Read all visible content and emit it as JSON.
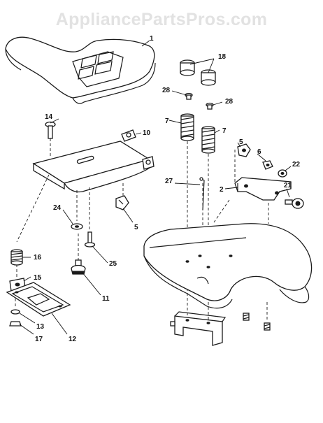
{
  "watermark": "AppliancePartsPros.com",
  "labels": {
    "seat": "1",
    "hinge_bracket_2": "2",
    "seat_pan_bolt_5a": "5",
    "nut_5b": "5",
    "washer_6": "6",
    "spring_7a": "7",
    "spring_7b": "7",
    "seat_pan": "10",
    "knob_11": "11",
    "slide_plate_12": "12",
    "washer_13": "13",
    "bolt_14": "14",
    "bracket_15": "15",
    "spring_16": "16",
    "nut_17": "17",
    "bumper_18": "18",
    "knob_21": "21",
    "washer_22": "22",
    "washer_24": "24",
    "bolt_25": "25",
    "rod_27": "27",
    "bolt_28a": "28",
    "bolt_28b": "28"
  }
}
